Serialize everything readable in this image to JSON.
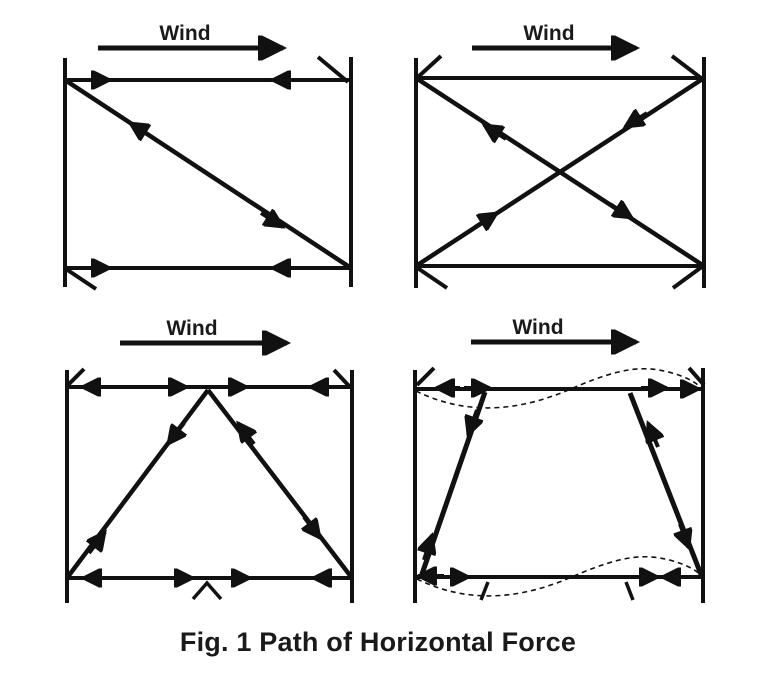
{
  "figure": {
    "caption": "Fig. 1 Path of Horizontal Force",
    "ink": "#111111",
    "background": "#ffffff"
  },
  "panels": [
    {
      "wind_label": "Wind"
    },
    {
      "wind_label": "Wind"
    },
    {
      "wind_label": "Wind"
    },
    {
      "wind_label": "Wind"
    }
  ]
}
